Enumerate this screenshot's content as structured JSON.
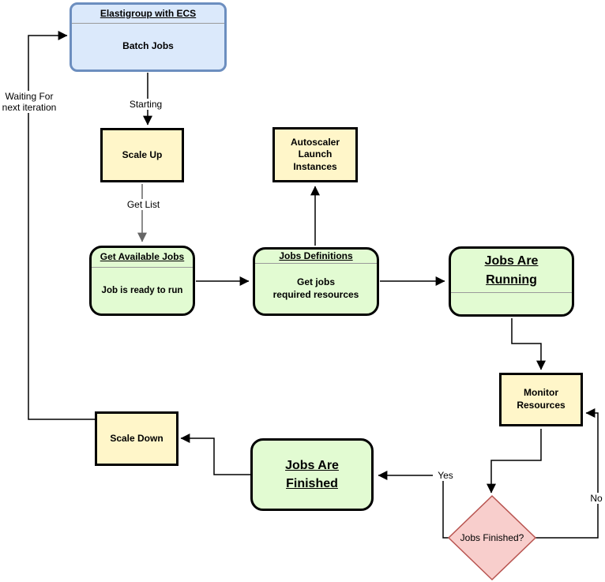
{
  "nodes": {
    "batch_jobs": {
      "title": "Elastigroup with ECS",
      "body": "Batch Jobs"
    },
    "scale_up": {
      "label": "Scale Up"
    },
    "autoscaler_launch_instances": {
      "label": "Autoscaler\nLaunch\nInstances"
    },
    "get_available_jobs": {
      "title": "Get Available Jobs",
      "body": "Job is ready to run"
    },
    "jobs_definitions": {
      "title": "Jobs Definitions",
      "body": "Get jobs\nrequired resources"
    },
    "jobs_are_running": {
      "title": "Jobs Are\nRunning"
    },
    "monitor_resources": {
      "label": "Monitor\nResources"
    },
    "jobs_finished_decision": {
      "label": "Jobs Finished?"
    },
    "jobs_are_finished": {
      "title": "Jobs Are\nFinished"
    },
    "scale_down": {
      "label": "Scale Down"
    }
  },
  "edge_labels": {
    "waiting_for_next_iteration": "Waiting For\nnext iteration",
    "starting": "Starting",
    "get_list": "Get List",
    "yes": "Yes",
    "no": "No"
  },
  "colors": {
    "blue_fill": "#DBE9FB",
    "blue_border": "#6C8EBF",
    "yellow_fill": "#FFF6C9",
    "green_fill": "#E2FBD2",
    "pink_fill": "#F8CECC",
    "pink_border": "#B85450",
    "node_border": "#000000",
    "edge_black": "#000000",
    "edge_gray": "#666666",
    "divider_gray": "#9A9A9A"
  }
}
